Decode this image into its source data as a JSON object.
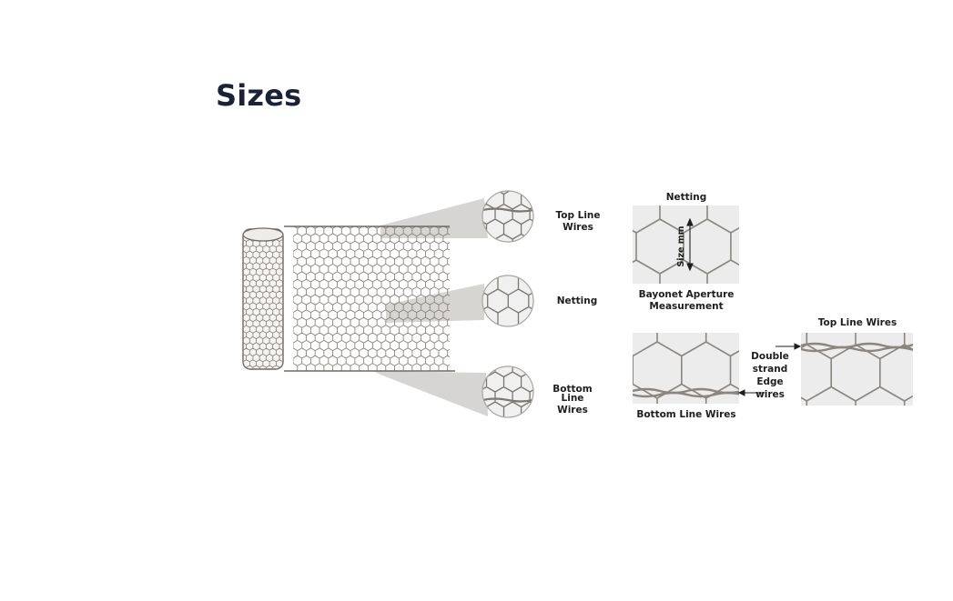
{
  "page": {
    "title": "Sizes"
  },
  "diagram": {
    "callouts": {
      "top_line_wires": "Top Line Wires",
      "netting": "Netting",
      "bottom_line_wires": [
        "Bottom",
        "Line Wires"
      ]
    },
    "detail_netting": {
      "title": "Netting",
      "dimension": "Size mm",
      "caption": [
        "Bayonet Aperture",
        "Measurement"
      ]
    },
    "detail_bottom": {
      "caption": "Bottom Line Wires"
    },
    "edge_label": [
      "Double",
      "strand",
      "Edge wires"
    ],
    "detail_top": {
      "title": "Top Line Wires"
    }
  },
  "colors": {
    "title": "#1a2238",
    "wire": "#7d7872",
    "panel": "#ebebeb",
    "callout_shadow": "#c9c7c4"
  }
}
